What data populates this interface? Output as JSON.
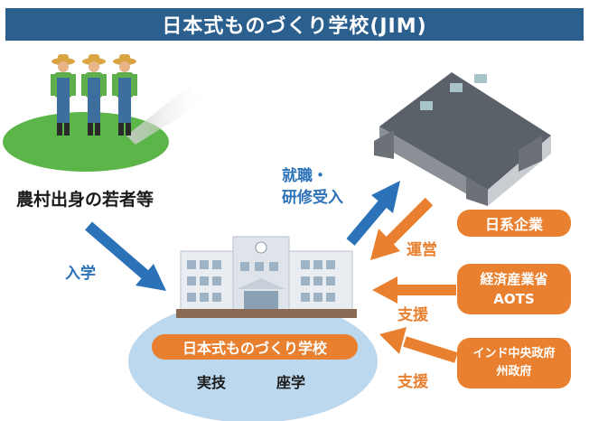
{
  "title": "日本式ものづくり学校(JIM)",
  "youth": "農村出身の若者等",
  "enter_school": "入学",
  "employment_1": "就職・",
  "employment_2": "研修受入",
  "operation": "運営",
  "support_1": "支援",
  "support_2": "支援",
  "company": "日系企業",
  "meti_1": "経済産業省",
  "meti_2": "AOTS",
  "india_1": "インド中央政府",
  "india_2": "州政府",
  "school_name": "日本式ものづくり学校",
  "practice": "実技",
  "lecture": "座学",
  "colors": {
    "title_bg": "#2b5f8e",
    "blue_arrow": "#2c72b8",
    "orange": "#e8802f",
    "oval": "#bcd8ee",
    "grass": "#5bb548"
  }
}
